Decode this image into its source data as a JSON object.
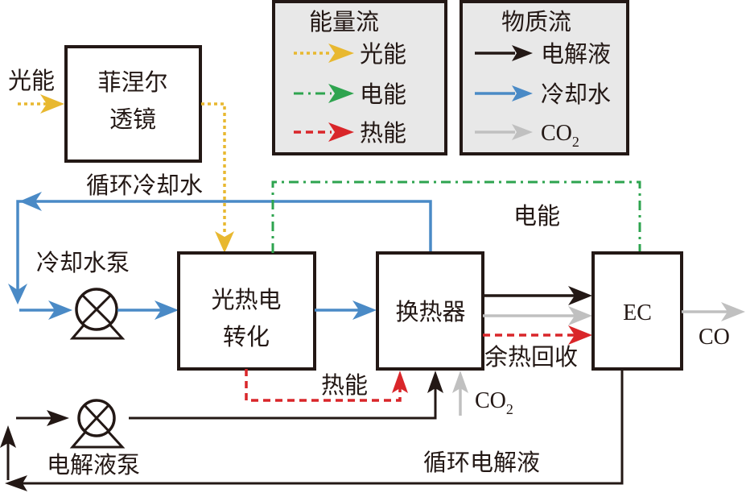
{
  "colors": {
    "light": "#e8b830",
    "electric": "#2ea44f",
    "heat": "#d9262a",
    "electrolyte": "#231815",
    "cooling_water": "#4a8ac6",
    "co2": "#c0c0c0",
    "legend_bg": "#e8e8e8"
  },
  "legend_energy": {
    "title": "能量流",
    "items": [
      {
        "label": "光能",
        "style": "dotted",
        "color": "#e8b830"
      },
      {
        "label": "电能",
        "style": "dash-dot",
        "color": "#2ea44f"
      },
      {
        "label": "热能",
        "style": "dashed",
        "color": "#d9262a"
      }
    ]
  },
  "legend_material": {
    "title": "物质流",
    "items": [
      {
        "label": "电解液",
        "color": "#231815"
      },
      {
        "label": "冷却水",
        "color": "#4a8ac6"
      },
      {
        "label": "CO",
        "sub": "2",
        "color": "#c0c0c0"
      }
    ]
  },
  "nodes": {
    "fresnel": {
      "line1": "菲涅尔",
      "line2": "透镜"
    },
    "pte": {
      "line1": "光热电",
      "line2": "转化"
    },
    "hx": {
      "label": "换热器"
    },
    "ec": {
      "label": "EC"
    }
  },
  "labels": {
    "light_in": "光能",
    "cooling_loop": "循环冷却水",
    "cooling_pump": "冷却水泵",
    "electric": "电能",
    "heat": "热能",
    "waste_heat": "余热回收",
    "co2_in": "CO",
    "co2_sub": "2",
    "co_out": "CO",
    "electrolyte_pump": "电解液泵",
    "electrolyte_loop": "循环电解液"
  }
}
